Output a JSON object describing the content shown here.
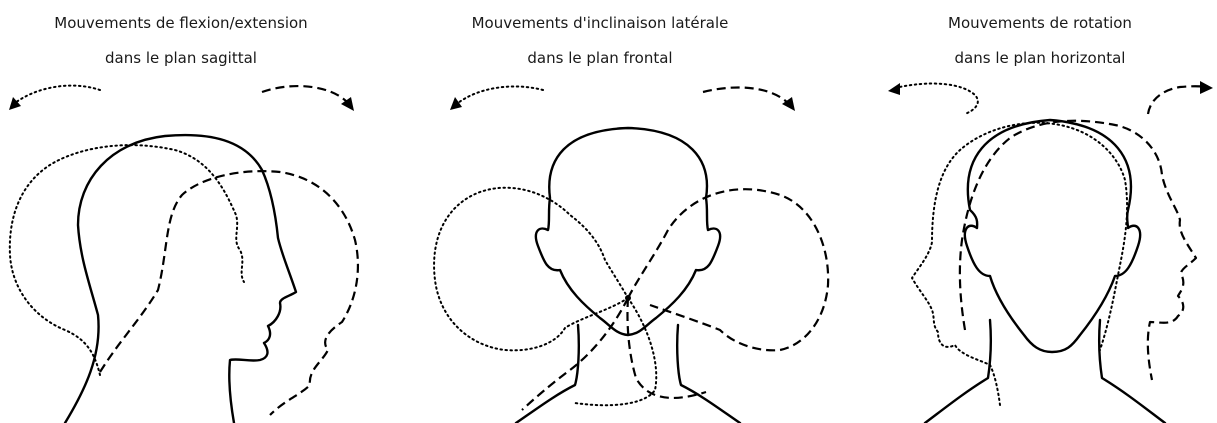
{
  "panels": [
    {
      "title_line1": "Mouvements de flexion/extension",
      "title_line2": "dans le plan sagittal",
      "view": "head-profile"
    },
    {
      "title_line1": "Mouvements d'inclinaison latérale",
      "title_line2": "dans le plan frontal",
      "view": "head-front"
    },
    {
      "title_line1": "Mouvements de rotation",
      "title_line2": "dans le plan horizontal",
      "view": "head-front-with-profiles"
    }
  ],
  "line_styles": {
    "neutral": "solid",
    "movement_left": "dotted",
    "movement_right": "dashed"
  },
  "colors": {
    "stroke": "#000000",
    "text": "#1a1a1a",
    "background": "#ffffff"
  }
}
